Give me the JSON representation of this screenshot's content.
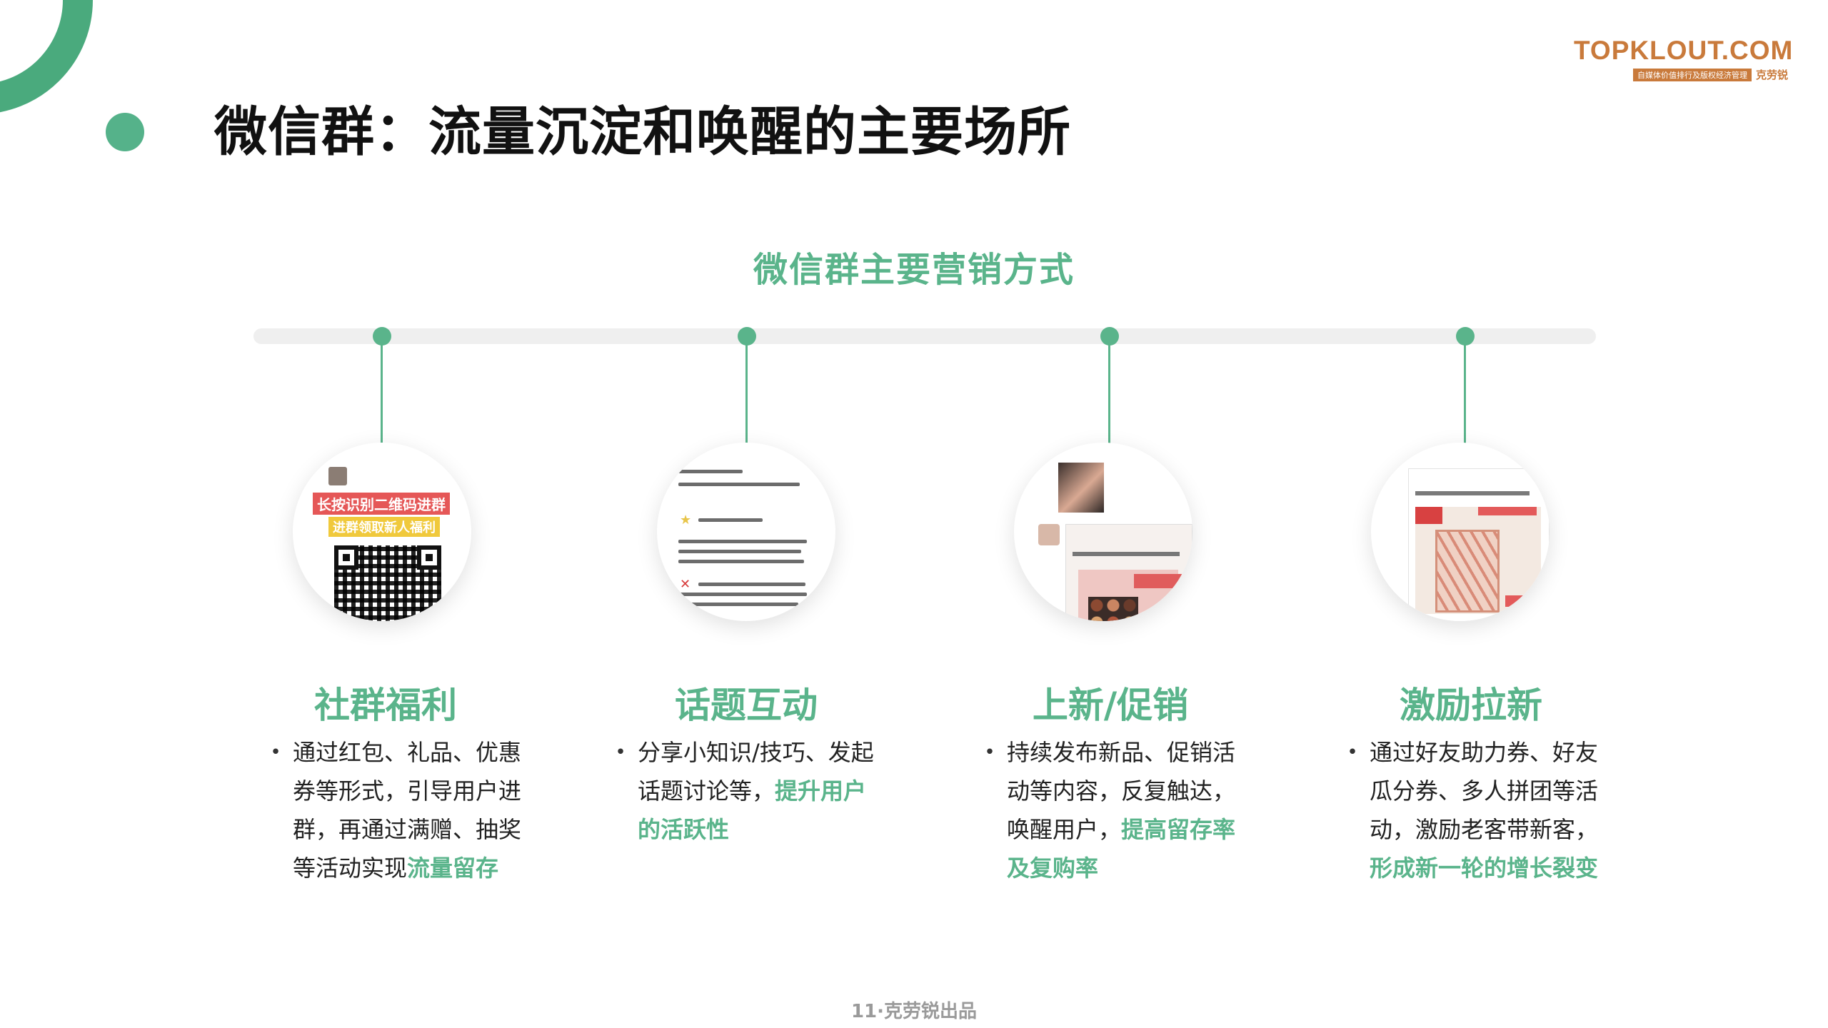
{
  "header": {
    "title": "微信群：流量沉淀和唤醒的主要场所"
  },
  "logo": {
    "text": "TOPKLOUT.COM",
    "tagline": "自媒体价值排行及版权经济管理",
    "cn_name": "克劳锐"
  },
  "section": {
    "title": "微信群主要营销方式"
  },
  "thumbnails": {
    "qr": {
      "line1": "长按识别二维码进群",
      "line2": "进群领取新人福利"
    }
  },
  "features": [
    {
      "title": "社群福利",
      "body": "通过红包、礼品、优惠券等形式，引导用户进群，再通过满赠、抽奖等活动实现",
      "highlight": "流量留存"
    },
    {
      "title": "话题互动",
      "body": "分享小知识/技巧、发起话题讨论等，",
      "highlight": "提升用户的活跃性"
    },
    {
      "title": "上新/促销",
      "body": "持续发布新品、促销活动等内容，反复触达，唤醒用户，",
      "highlight": "提高留存率及复购率"
    },
    {
      "title": "激励拉新",
      "body": "通过好友助力券、好友瓜分券、多人拼团等活动，激励老客带新客，",
      "highlight": "形成新一轮的增长裂变"
    }
  ],
  "footer": {
    "text": "11·克劳锐出品"
  },
  "colors": {
    "accent": "#5ab48b",
    "logo": "#c97a3b",
    "title": "#111111"
  }
}
